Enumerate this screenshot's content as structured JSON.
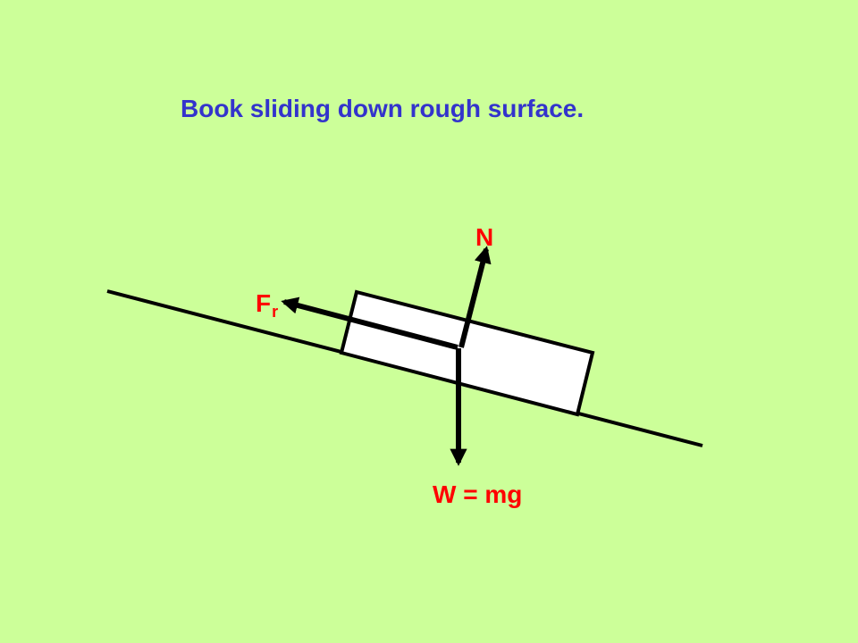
{
  "slide": {
    "title": "Book sliding down rough surface."
  },
  "labels": {
    "normal": "N",
    "friction_main": "F",
    "friction_sub": "r",
    "weight": "W = mg"
  },
  "colors": {
    "background": "#ccff99",
    "title": "#3333cc",
    "force_label": "#ff0000",
    "line": "#000000",
    "book_fill": "#ffffff"
  }
}
